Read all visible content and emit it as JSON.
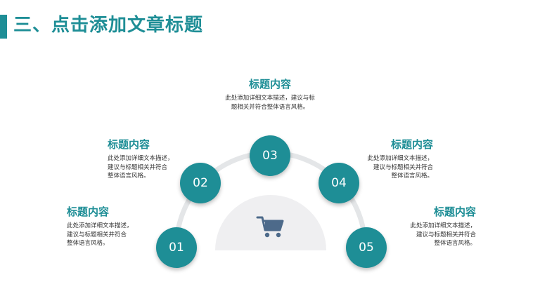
{
  "header": {
    "title": "三、点击添加文章标题"
  },
  "nodes": [
    {
      "label": "01"
    },
    {
      "label": "02"
    },
    {
      "label": "03"
    },
    {
      "label": "04"
    },
    {
      "label": "05"
    }
  ],
  "blocks": [
    {
      "title": "标题内容",
      "lines": [
        "此处添加详细文本描述，建议与标",
        "题相关并符合整体语言风格。"
      ]
    },
    {
      "title": "标题内容",
      "lines": [
        "此处添加详细文本描述，",
        "建议与标题相关并符合",
        "整体语言风格。"
      ]
    },
    {
      "title": "标题内容",
      "lines": [
        "此处添加详细文本描述，",
        "建议与标题相关并符合",
        "整体语言风格。"
      ]
    },
    {
      "title": "标题内容",
      "lines": [
        "此处添加详细文本描述，",
        "建议与标题相关并符合",
        "整体语言风格。"
      ]
    },
    {
      "title": "标题内容",
      "lines": [
        "此处添加详细文本描述，",
        "建议与标题相关并符合",
        "整体语言风格。"
      ]
    }
  ],
  "colors": {
    "accent": "#1e8e96",
    "arc": "#e4e6e8",
    "dome": "#efeff1",
    "icon": "#4d6a8a"
  },
  "icons": {
    "center": "shopping-cart-icon"
  }
}
